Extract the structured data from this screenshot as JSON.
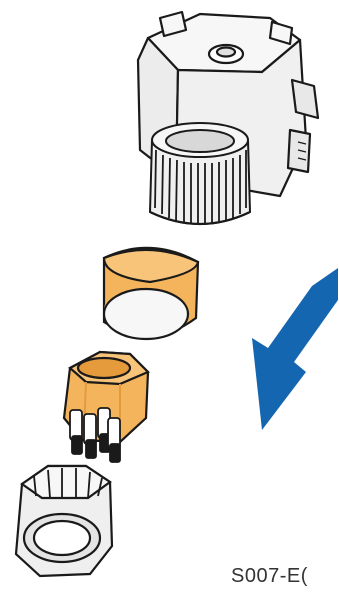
{
  "figure": {
    "code_label": "S007-E(",
    "parts": [
      "connector-housing",
      "sealing-insert",
      "pin-insert",
      "swivel-nut"
    ],
    "colors": {
      "outline": "#1a1a1a",
      "housing_fill": "#f2f2f2",
      "insert_orange": "#f4b45c",
      "insert_orange_dark": "#e59a3c",
      "seal_face": "#f7f7f7",
      "arrow_blue": "#1566b0"
    },
    "arrow_direction": "down-left"
  }
}
